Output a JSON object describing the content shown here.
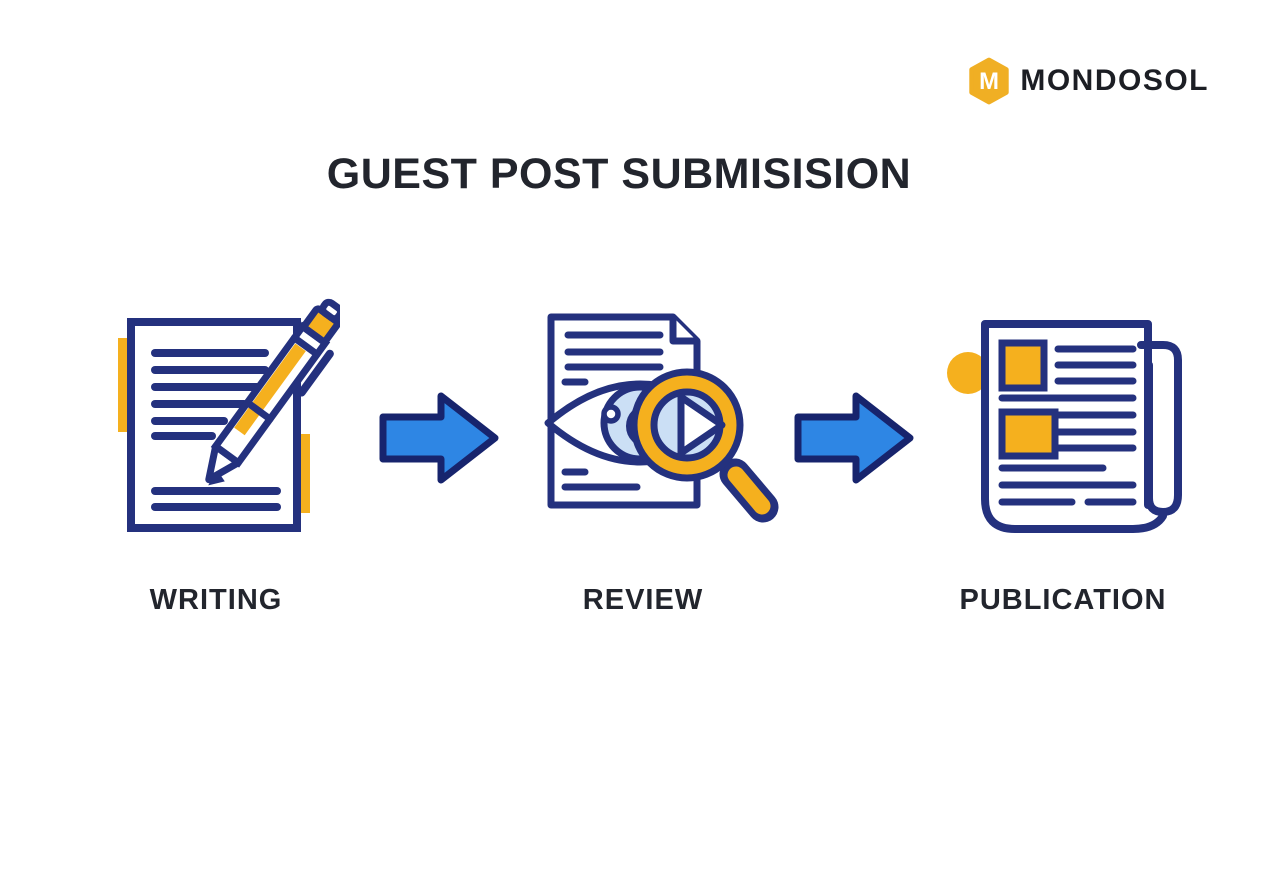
{
  "brand": {
    "name": "MONDOSOL",
    "monogram": "M"
  },
  "title": "GUEST POST SUBMISISION",
  "steps": [
    {
      "label": "WRITING"
    },
    {
      "label": "REVIEW"
    },
    {
      "label": "PUBLICATION"
    }
  ],
  "colors": {
    "navy": "#24317E",
    "yellow": "#F5B01E",
    "light_blue": "#CBDFF5",
    "arrow_fill": "#2E86E4",
    "arrow_stroke": "#17246D",
    "text": "#22252D",
    "logo_yellow": "#F0AF24"
  }
}
